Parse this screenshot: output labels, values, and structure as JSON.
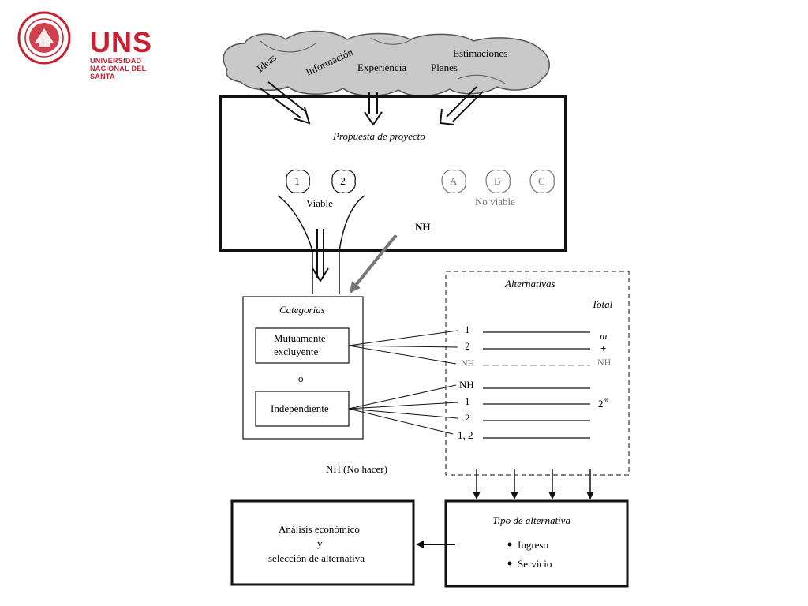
{
  "logo": {
    "brand": "UNS",
    "line1": "UNIVERSIDAD",
    "line2": "NACIONAL DEL SANTA"
  },
  "cloud": {
    "ideas": "Ideas",
    "informacion": "Información",
    "experiencia": "Experiencia",
    "planes": "Planes",
    "estimaciones": "Estimaciones"
  },
  "proposal": {
    "title": "Propuesta de proyecto",
    "viable_items": [
      "1",
      "2"
    ],
    "viable_label": "Viable",
    "nonviable_items": [
      "A",
      "B",
      "C"
    ],
    "nonviable_label": "No viable",
    "nh": "NH"
  },
  "categories": {
    "title": "Categorías",
    "mutually_exclusive_line1": "Mutuamente",
    "mutually_exclusive_line2": "excluyente",
    "or": "o",
    "independent": "Independiente"
  },
  "alternatives": {
    "title": "Alternativas",
    "total": "Total",
    "me_rows": [
      "1",
      "2",
      "NH"
    ],
    "ind_rows": [
      "NH",
      "1",
      "2",
      "1, 2"
    ],
    "me_total_m": "m",
    "me_total_plus": "+",
    "me_total_nh": "NH",
    "ind_total_base": "2",
    "ind_total_exp": "m"
  },
  "nh_note": "NH (No hacer)",
  "economic": {
    "line1": "Análisis económico",
    "line2": "y",
    "line3": "selección de alternativa"
  },
  "type": {
    "title": "Tipo de alternativa",
    "items": [
      "Ingreso",
      "Servicio"
    ]
  }
}
